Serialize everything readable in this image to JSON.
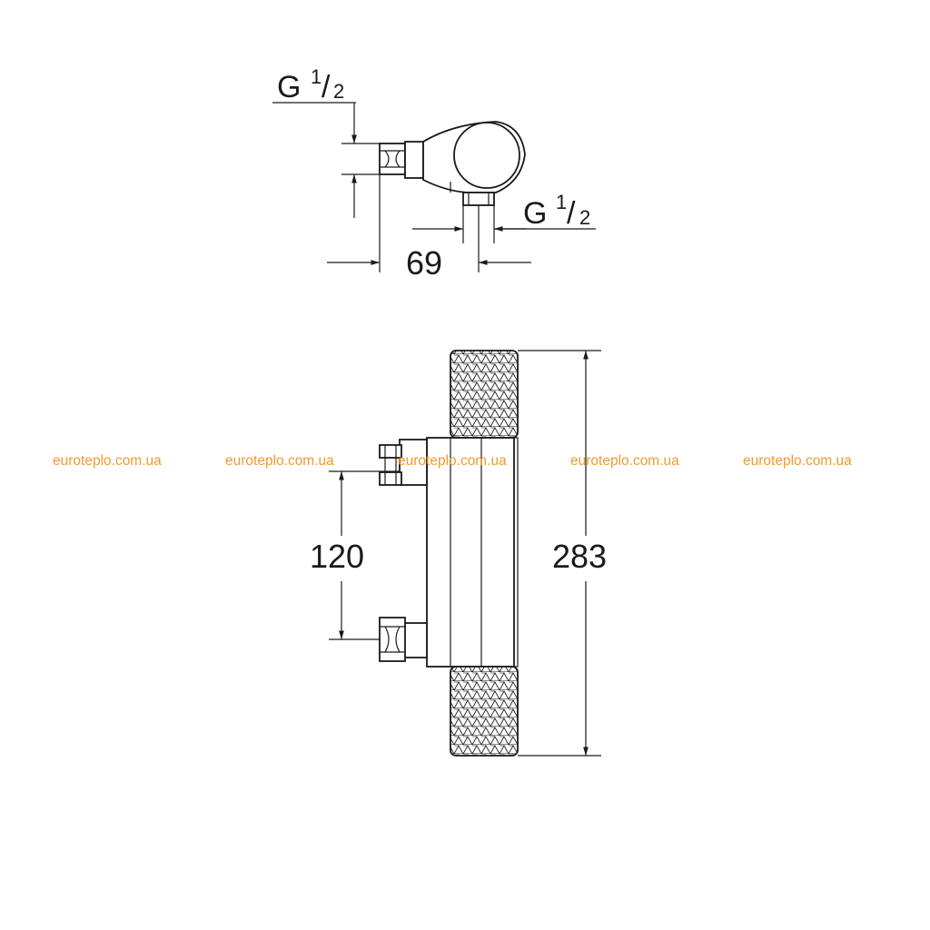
{
  "dimensions": {
    "top_thread_left": {
      "base": "G",
      "num": "1",
      "den": "2"
    },
    "top_thread_right": {
      "base": "G",
      "num": "1",
      "den": "2"
    },
    "depth": "69",
    "connection_spacing": "120",
    "height": "283"
  },
  "watermarks": [
    "euroteplo.com.ua",
    "euroteplo.com.ua",
    "euroteplo.com.ua",
    "euroteplo.com.ua",
    "euroteplo.com.ua"
  ],
  "colors": {
    "line": "#1a1a1a",
    "watermark": "#f29a2e",
    "background": "#ffffff"
  }
}
